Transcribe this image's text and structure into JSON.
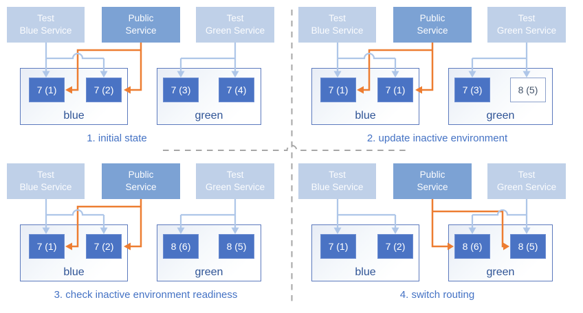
{
  "colors": {
    "accent_orange": "#ED7D31",
    "service_test_fill": "#BFD0E8",
    "service_public_fill": "#7CA2D4",
    "pod_fill": "#4A73C4",
    "pod_new_border": "#8BA0CB",
    "arrow_light_blue": "#AEC6E8",
    "environment_border": "#5B79BD",
    "environment_label_text": "#2E5395",
    "caption_text": "#4472C4",
    "divider_gray": "#A6A6A6"
  },
  "panels": [
    {
      "caption": "1. initial state",
      "services": [
        {
          "line1": "Test",
          "line2": "Blue Service"
        },
        {
          "line1": "Public",
          "line2": "Service"
        },
        {
          "line1": "Test",
          "line2": "Green Service"
        }
      ],
      "environments": [
        {
          "label": "blue",
          "pods": [
            {
              "label": "7 (1)",
              "state": "active"
            },
            {
              "label": "7 (2)",
              "state": "active"
            }
          ]
        },
        {
          "label": "green",
          "pods": [
            {
              "label": "7 (3)",
              "state": "active"
            },
            {
              "label": "7 (4)",
              "state": "active"
            }
          ]
        }
      ],
      "public_routes_to": "blue"
    },
    {
      "caption": "2. update inactive environment",
      "services": [
        {
          "line1": "Test",
          "line2": "Blue Service"
        },
        {
          "line1": "Public",
          "line2": "Service"
        },
        {
          "line1": "Test",
          "line2": "Green Service"
        }
      ],
      "environments": [
        {
          "label": "blue",
          "pods": [
            {
              "label": "7 (1)",
              "state": "active"
            },
            {
              "label": "7 (1)",
              "state": "active"
            }
          ]
        },
        {
          "label": "green",
          "pods": [
            {
              "label": "7 (3)",
              "state": "active"
            },
            {
              "label": "8 (5)",
              "state": "new"
            }
          ]
        }
      ],
      "public_routes_to": "blue"
    },
    {
      "caption": "3. check inactive environment readiness",
      "services": [
        {
          "line1": "Test",
          "line2": "Blue Service"
        },
        {
          "line1": "Public",
          "line2": "Service"
        },
        {
          "line1": "Test",
          "line2": "Green Service"
        }
      ],
      "environments": [
        {
          "label": "blue",
          "pods": [
            {
              "label": "7 (1)",
              "state": "active"
            },
            {
              "label": "7 (2)",
              "state": "active"
            }
          ]
        },
        {
          "label": "green",
          "pods": [
            {
              "label": "8 (6)",
              "state": "active"
            },
            {
              "label": "8 (5)",
              "state": "active"
            }
          ]
        }
      ],
      "public_routes_to": "blue"
    },
    {
      "caption": "4. switch routing",
      "services": [
        {
          "line1": "Test",
          "line2": "Blue Service"
        },
        {
          "line1": "Public",
          "line2": "Service"
        },
        {
          "line1": "Test",
          "line2": "Green Service"
        }
      ],
      "environments": [
        {
          "label": "blue",
          "pods": [
            {
              "label": "7 (1)",
              "state": "active"
            },
            {
              "label": "7 (2)",
              "state": "active"
            }
          ]
        },
        {
          "label": "green",
          "pods": [
            {
              "label": "8 (6)",
              "state": "active"
            },
            {
              "label": "8 (5)",
              "state": "active"
            }
          ]
        }
      ],
      "public_routes_to": "green"
    }
  ]
}
